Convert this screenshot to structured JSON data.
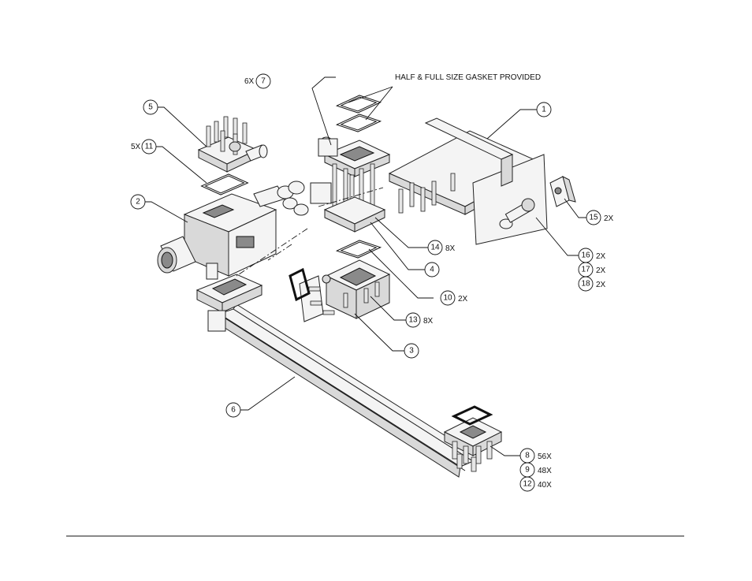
{
  "note": "HALF & FULL SIZE  GASKET PROVIDED",
  "callouts": [
    {
      "num": "1",
      "qty": ""
    },
    {
      "num": "2",
      "qty": ""
    },
    {
      "num": "3",
      "qty": ""
    },
    {
      "num": "4",
      "qty": ""
    },
    {
      "num": "5",
      "qty": ""
    },
    {
      "num": "6",
      "qty": ""
    },
    {
      "num": "7",
      "qty": "6X"
    },
    {
      "num": "8",
      "qty": "56X"
    },
    {
      "num": "9",
      "qty": "48X"
    },
    {
      "num": "10",
      "qty": "2X"
    },
    {
      "num": "11",
      "qty": "5X"
    },
    {
      "num": "12",
      "qty": "40X"
    },
    {
      "num": "13",
      "qty": "8X"
    },
    {
      "num": "14",
      "qty": "8X"
    },
    {
      "num": "15",
      "qty": "2X"
    },
    {
      "num": "16",
      "qty": "2X"
    },
    {
      "num": "17",
      "qty": "2X"
    },
    {
      "num": "18",
      "qty": "2X"
    }
  ]
}
